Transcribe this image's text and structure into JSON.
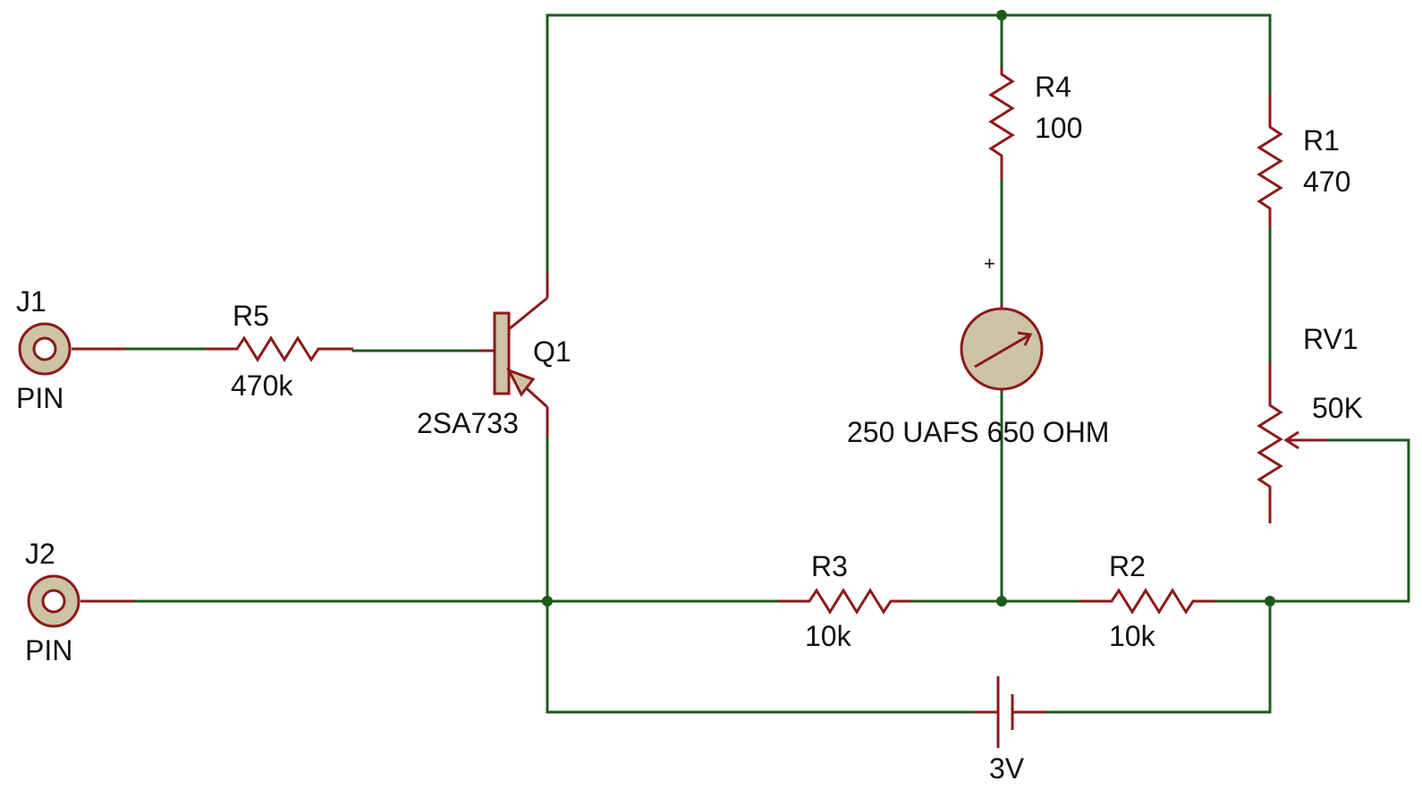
{
  "components": {
    "j1": {
      "ref": "J1",
      "type_label": "PIN"
    },
    "j2": {
      "ref": "J2",
      "type_label": "PIN"
    },
    "r5": {
      "ref": "R5",
      "value": "470k"
    },
    "q1": {
      "ref": "Q1",
      "value": "2SA733"
    },
    "r4": {
      "ref": "R4",
      "value": "100"
    },
    "r1": {
      "ref": "R1",
      "value": "470"
    },
    "rv1": {
      "ref": "RV1",
      "value": "50K"
    },
    "meter": {
      "value": "250 UAFS 650 OHM",
      "polarity": "+"
    },
    "r3": {
      "ref": "R3",
      "value": "10k"
    },
    "r2": {
      "ref": "R2",
      "value": "10k"
    },
    "battery": {
      "value": "3V"
    }
  },
  "colors": {
    "wire": "#1e5a1e",
    "component": "#8b1a1a",
    "component_fill": "#cdc3a5"
  }
}
